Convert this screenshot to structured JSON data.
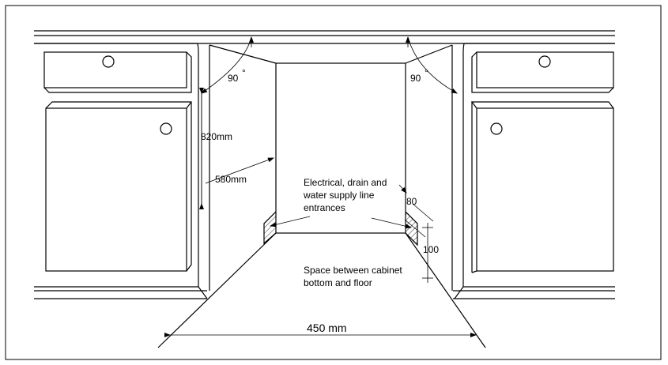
{
  "labels": {
    "angle_left": "90",
    "angle_right": "90",
    "degree_mark": "°",
    "height_820": "820mm",
    "depth_580": "580mm",
    "entrances_line1": "Electrical, drain and",
    "entrances_line2": "water supply line",
    "entrances_line3": "entrances",
    "dim_80": "80",
    "dim_100": "100",
    "space_line1": "Space between cabinet",
    "space_line2": "bottom and floor",
    "width_450": "450 mm"
  }
}
